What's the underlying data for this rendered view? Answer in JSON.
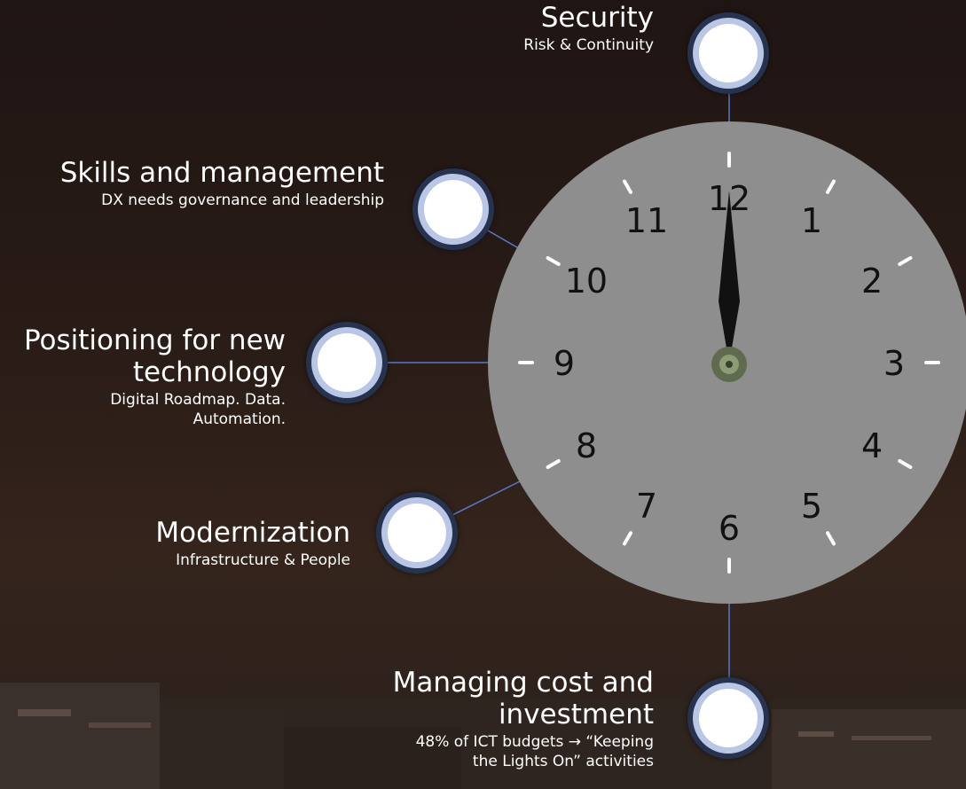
{
  "clock": {
    "numbers": [
      "12",
      "1",
      "2",
      "3",
      "4",
      "5",
      "6",
      "7",
      "8",
      "9",
      "10",
      "11"
    ],
    "time": "12:00"
  },
  "topics": [
    {
      "title": "Security",
      "subtitle": "Risk & Continuity"
    },
    {
      "title": "Skills and management",
      "subtitle": "DX needs governance and leadership"
    },
    {
      "title_lines": [
        "Positioning for new",
        "technology"
      ],
      "subtitle_lines": [
        "Digital Roadmap. Data.",
        "Automation."
      ]
    },
    {
      "title": "Modernization",
      "subtitle": "Infrastructure & People"
    },
    {
      "title_lines": [
        "Managing cost and",
        "investment"
      ],
      "subtitle_lines": [
        "48% of ICT budgets → “Keeping",
        "the Lights On” activities"
      ]
    }
  ],
  "colors": {
    "clock_face": "#8e8e8e",
    "tick": "#ffffff",
    "node_outer": "#27324f",
    "node_ring": "#b9c6e6",
    "connector": "#5a78c8",
    "hand": "#111111"
  }
}
